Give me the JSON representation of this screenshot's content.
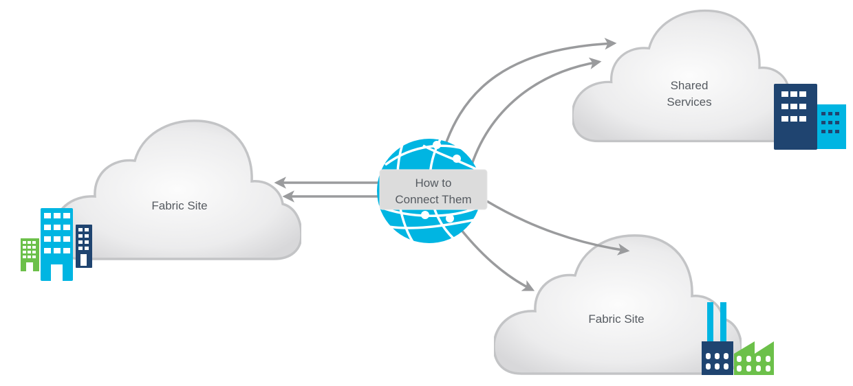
{
  "diagram": {
    "hub": {
      "label_line1": "How to",
      "label_line2": "Connect Them",
      "icon": "globe-network-icon",
      "color": "#00b5e2"
    },
    "nodes": [
      {
        "id": "fabric-site-left",
        "label_lines": [
          "Fabric Site"
        ],
        "icon": "office-buildings-icon"
      },
      {
        "id": "shared-services",
        "label_lines": [
          "Shared",
          "Services"
        ],
        "icon": "datacenter-building-icon"
      },
      {
        "id": "fabric-site-bottom",
        "label_lines": [
          "Fabric Site"
        ],
        "icon": "factory-icon"
      }
    ],
    "edges": [
      {
        "from": "hub",
        "to": "fabric-site-left",
        "count": 2
      },
      {
        "from": "hub",
        "to": "shared-services",
        "count": 2
      },
      {
        "from": "hub",
        "to": "fabric-site-bottom",
        "count": 2
      }
    ],
    "colors": {
      "arrow": "#9a9b9d",
      "cloud_stroke": "#c3c4c6",
      "cloud_fill_center": "#fbfbfb",
      "cloud_fill_edge": "#dcdcde",
      "hub_box": "#dcdcdc",
      "text": "#555a60",
      "navy": "#1f4470",
      "cyan": "#00b5e2",
      "green": "#6cc04a"
    }
  }
}
